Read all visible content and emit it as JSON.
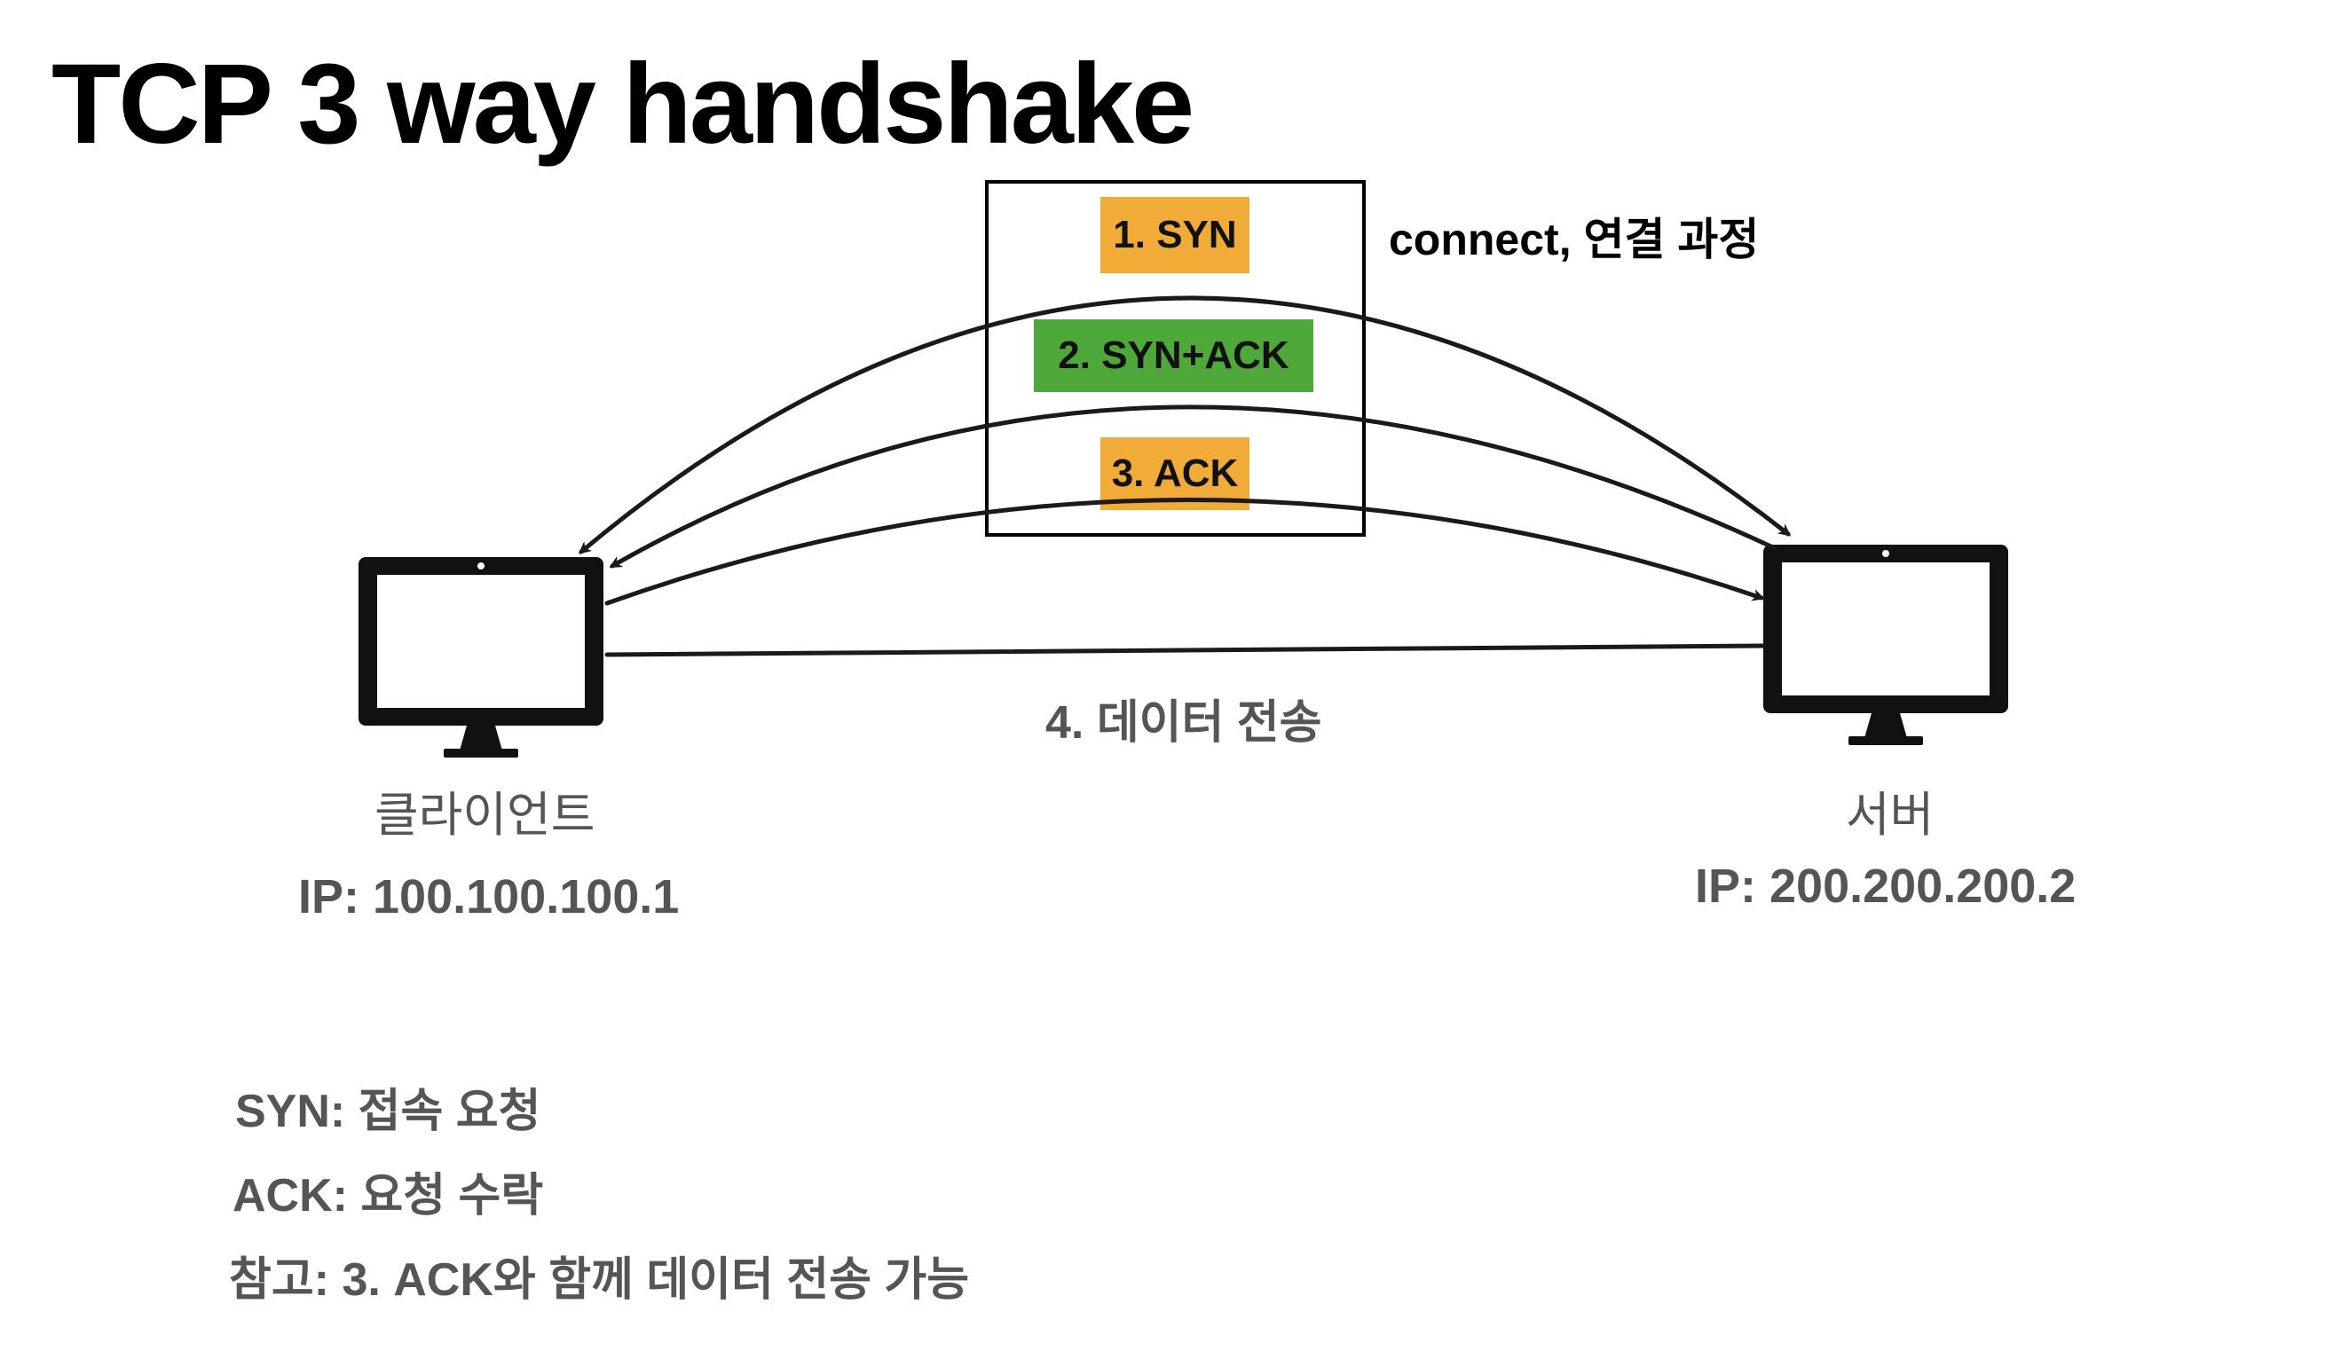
{
  "title": "TCP 3 way handshake",
  "steps": {
    "syn": "1. SYN",
    "syn_ack": "2. SYN+ACK",
    "ack": "3. ACK"
  },
  "connect_caption": "connect, 연결 과정",
  "data_transfer": "4. 데이터 전송",
  "client": {
    "name": "클라이언트",
    "ip": "IP: 100.100.100.1"
  },
  "server": {
    "name": "서버",
    "ip": "IP: 200.200.200.2"
  },
  "notes": [
    "SYN: 접속 요청",
    "ACK: 요청 수락",
    "참고: 3. ACK와 함께 데이터 전송 가능"
  ],
  "colors": {
    "syn": "#f0ab38",
    "syn_ack": "#4ea83a",
    "ack": "#f0ab38",
    "muted_text": "#555555"
  }
}
